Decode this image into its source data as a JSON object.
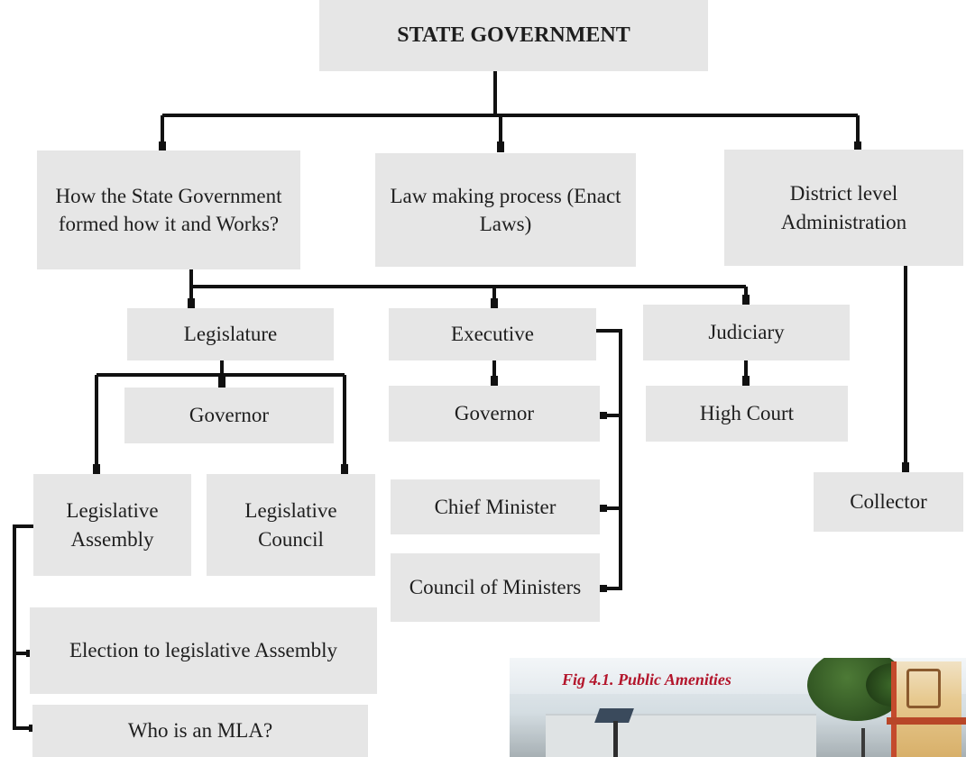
{
  "diagram": {
    "root": "STATE GOVERNMENT",
    "branches": {
      "how": "How the State Government formed how it and Works?",
      "law": "Law making process (Enact Laws)",
      "district": "District level Administration"
    },
    "organs": {
      "legislature": "Legislature",
      "executive": "Executive",
      "judiciary": "Judiciary"
    },
    "legislature_items": {
      "governor": "Governor",
      "assembly": "Legislative Assembly",
      "council": "Legislative Council"
    },
    "executive_items": {
      "governor": "Governor",
      "chief_minister": "Chief Minister",
      "council_of_ministers": "Council of Ministers"
    },
    "judiciary_items": {
      "high_court": "High Court"
    },
    "district_items": {
      "collector": "Collector"
    },
    "assembly_items": {
      "election": "Election to legislative Assembly",
      "mla": "Who is an MLA?"
    },
    "colors": {
      "box_fill": "#e6e6e6",
      "connector": "#111111",
      "caption": "#b3152b"
    }
  },
  "figure": {
    "caption": "Fig 4.1. Public Amenities"
  }
}
